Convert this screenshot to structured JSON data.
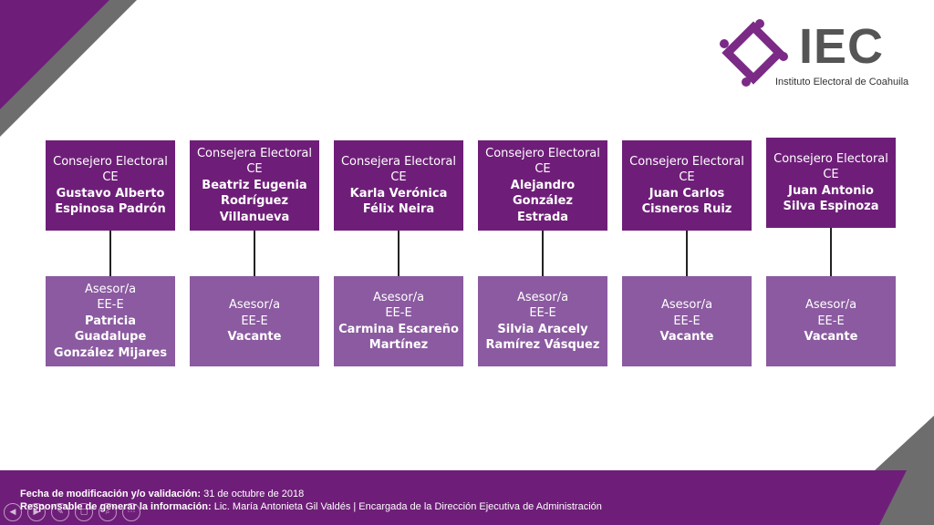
{
  "logo": {
    "wordmark": "IEC",
    "subtitle": "Instituto Electoral de Coahuila"
  },
  "councillors": [
    {
      "role": "Consejero Electoral",
      "abbr": "CE",
      "name_lines": [
        "Gustavo Alberto",
        "Espinosa Padrón"
      ]
    },
    {
      "role": "Consejera Electoral",
      "abbr": "CE",
      "name_lines": [
        "Beatriz Eugenia",
        "Rodríguez",
        "Villanueva"
      ]
    },
    {
      "role": "Consejera Electoral",
      "abbr": "CE",
      "name_lines": [
        "Karla Verónica",
        "Félix Neira"
      ]
    },
    {
      "role": "Consejero Electoral",
      "abbr": "CE",
      "name_lines": [
        "Alejandro González",
        "Estrada"
      ]
    },
    {
      "role": "Consejero Electoral",
      "abbr": "CE",
      "name_lines": [
        "Juan Carlos",
        "Cisneros Ruiz"
      ]
    },
    {
      "role": "Consejero Electoral",
      "abbr": "CE",
      "name_lines": [
        "Juan Antonio",
        "Silva Espinoza"
      ]
    }
  ],
  "advisors": [
    {
      "role": "Asesor/a",
      "abbr": "EE-E",
      "name_lines": [
        "Patricia Guadalupe",
        "González Mijares"
      ]
    },
    {
      "role": "Asesor/a",
      "abbr": "EE-E",
      "name_lines": [
        "Vacante"
      ]
    },
    {
      "role": "Asesor/a",
      "abbr": "EE-E",
      "name_lines": [
        "Carmina Escareño",
        "Martínez"
      ]
    },
    {
      "role": "Asesor/a",
      "abbr": "EE-E",
      "name_lines": [
        "Silvia Aracely",
        "Ramírez Vásquez"
      ]
    },
    {
      "role": "Asesor/a",
      "abbr": "EE-E",
      "name_lines": [
        "Vacante"
      ]
    },
    {
      "role": "Asesor/a",
      "abbr": "EE-E",
      "name_lines": [
        "Vacante"
      ]
    }
  ],
  "footer": {
    "date_label": "Fecha de modificación y/o validación:",
    "date_value": "31 de octubre de 2018",
    "resp_label": "Responsable de generar la información:",
    "resp_value": "Lic. María Antonieta Gil Valdés | Encargada de la Dirección Ejecutiva de Administración"
  },
  "colors": {
    "purple": "#6e1e78",
    "light_purple": "#8b5aa0",
    "grey": "#6d6d6d"
  }
}
